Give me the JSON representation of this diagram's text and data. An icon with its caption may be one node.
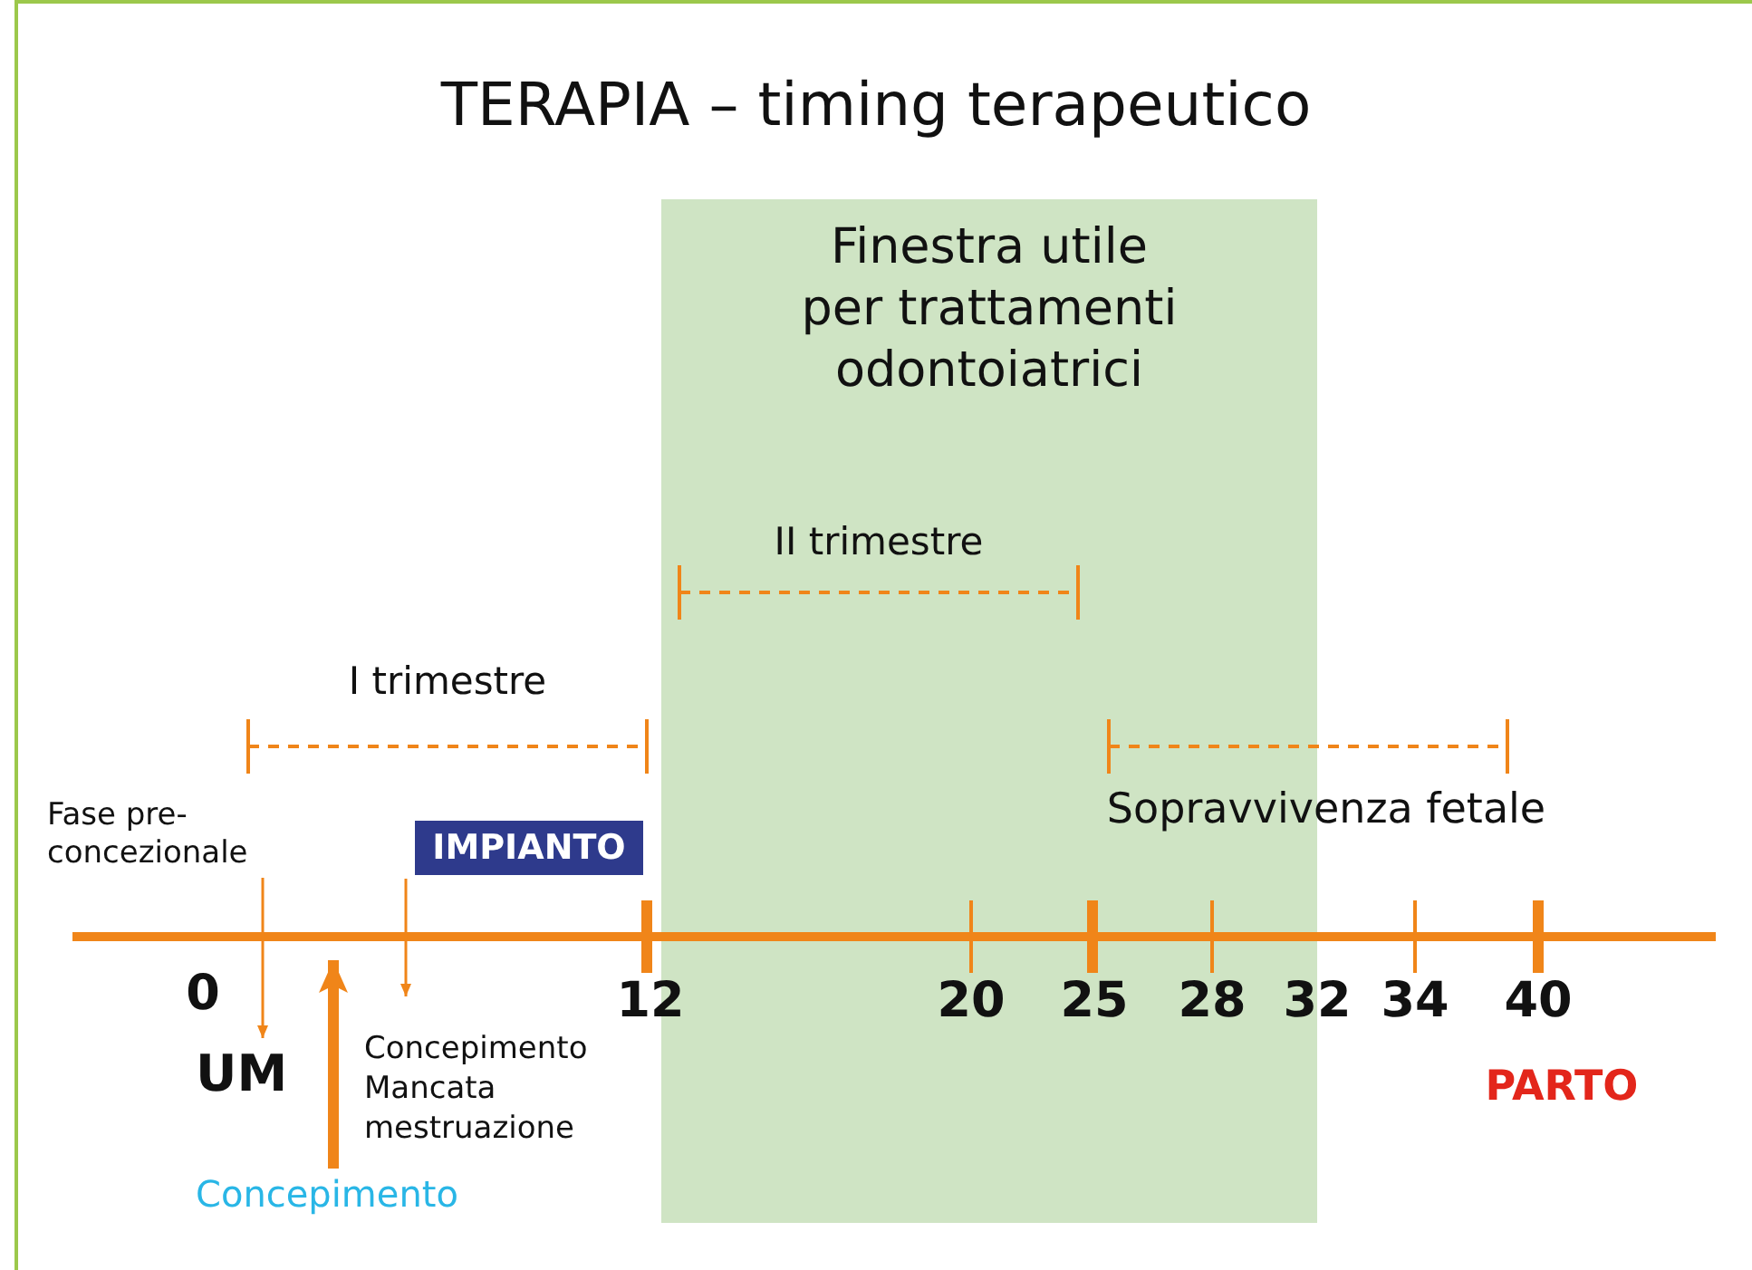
{
  "diagram": {
    "title": "TERAPIA – timing terapeutico",
    "nodes": [
      {
        "text": [
          "Finestra utile per trattamenti odontoiatrici"
        ]
      },
      {
        "text": [
          "Fase pre-concezionale"
        ]
      },
      {
        "text": [
          "IMPIANTO"
        ]
      },
      {
        "text": [
          "Concepimento"
        ]
      },
      {
        "text": [
          "UM"
        ]
      }
    ],
    "edges": [
      {
        "from": 1,
        "to": 4,
        "arrow": "to"
      },
      {
        "from": 2,
        "to": null,
        "arrow": "to"
      },
      {
        "from": 3,
        "to": null,
        "arrow": "to",
        "style": "thick"
      }
    ],
    "labels": [
      "II trimestre",
      "I trimestre",
      "Sopravvivenza fetale",
      "0",
      "12",
      "20",
      "25",
      "28",
      "32",
      "34",
      "40",
      "Concepimento Mancata mestruazione",
      "PARTO"
    ]
  }
}
